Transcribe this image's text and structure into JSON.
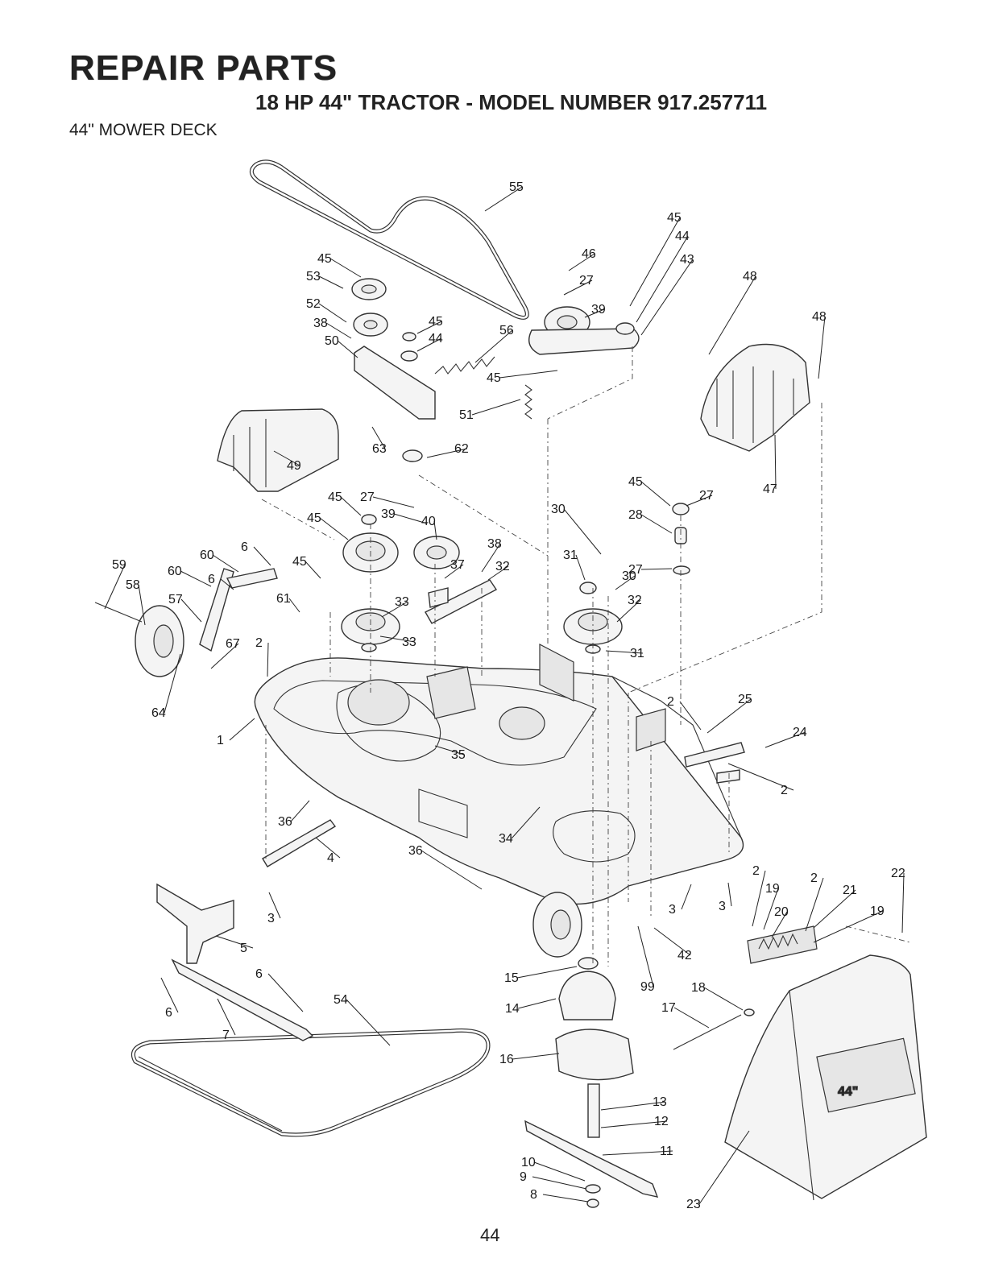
{
  "header": {
    "title": "REPAIR PARTS",
    "subtitle": "18 HP 44\" TRACTOR - MODEL NUMBER 917.257711",
    "section": "44\" MOWER DECK"
  },
  "page_number": "44",
  "decal_text": "44\"",
  "callouts": [
    "55",
    "45",
    "44",
    "43",
    "46",
    "27",
    "39",
    "48",
    "48",
    "45",
    "53",
    "52",
    "38",
    "50",
    "45",
    "44",
    "56",
    "45",
    "51",
    "63",
    "62",
    "49",
    "47",
    "45",
    "27",
    "28",
    "27",
    "30",
    "31",
    "30",
    "32",
    "33",
    "31",
    "45",
    "27",
    "39",
    "40",
    "45",
    "38",
    "37",
    "32",
    "33",
    "59",
    "58",
    "60",
    "60",
    "6",
    "6",
    "57",
    "45",
    "61",
    "67",
    "2",
    "64",
    "1",
    "35",
    "2",
    "25",
    "24",
    "2",
    "36",
    "4",
    "34",
    "36",
    "2",
    "19",
    "2",
    "21",
    "22",
    "3",
    "3",
    "3",
    "42",
    "20",
    "19",
    "5",
    "6",
    "6",
    "7",
    "15",
    "99",
    "18",
    "17",
    "54",
    "14",
    "16",
    "13",
    "12",
    "11",
    "10",
    "9",
    "8",
    "23"
  ]
}
